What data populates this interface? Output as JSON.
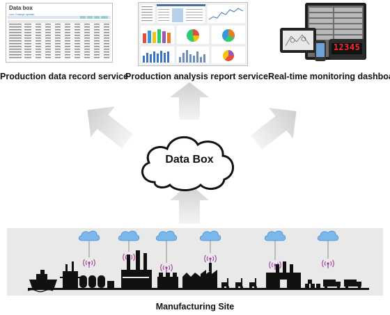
{
  "thumbnails": {
    "record": {
      "header": "Data box",
      "subheader": "Line Change update"
    }
  },
  "captions": {
    "record": "Production data record service",
    "analysis": "Production analysis report service",
    "monitoring": "Real-time monitoring dashboard"
  },
  "center": {
    "label": "Data Box"
  },
  "site": {
    "label": "Manufacturing Site"
  },
  "devices": {
    "counter": "12345"
  }
}
